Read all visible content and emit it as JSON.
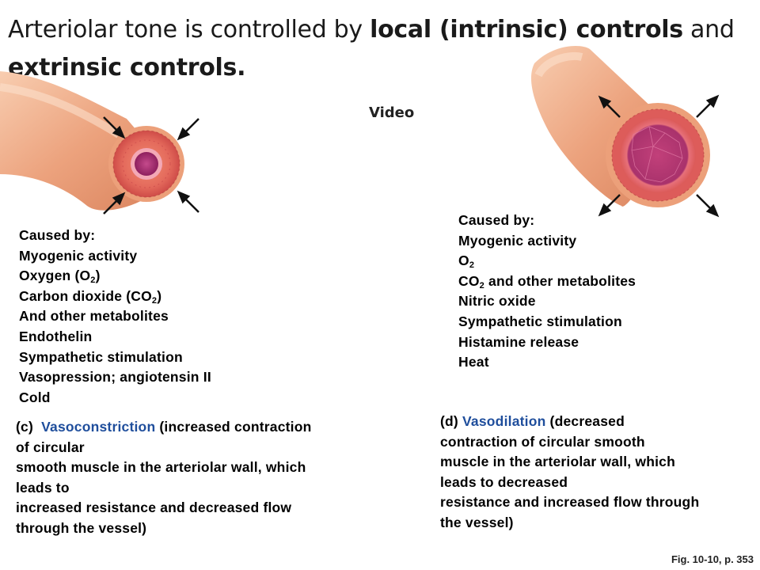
{
  "title": {
    "part1": "Arteriolar tone is controlled by ",
    "bold1": "local (intrinsic) controls",
    "part2": " and ",
    "bold2": "extrinsic controls."
  },
  "video_label": "Video",
  "left": {
    "caused_by": "Caused by:",
    "items": [
      "Myogenic activity",
      {
        "pre": "Oxygen (O",
        "sub": "2",
        "post": ")"
      },
      {
        "pre": "Carbon dioxide (CO",
        "sub": "2",
        "post": ")"
      },
      "And other metabolites",
      "Endothelin",
      "Sympathetic stimulation",
      "Vasopression; angiotensin II",
      "Cold"
    ],
    "caption": {
      "letter": "(c)",
      "term": "Vasoconstriction",
      "lines": [
        " (increased contraction",
        "of circular",
        "smooth muscle in the arteriolar wall, which",
        "leads to",
        "increased resistance and decreased flow",
        "through the vessel)"
      ]
    }
  },
  "right": {
    "caused_by": "Caused by:",
    "items": [
      "Myogenic activity",
      {
        "pre": "O",
        "sub": "2",
        "post": ""
      },
      {
        "pre": "CO",
        "sub": "2",
        "post": " and other metabolites"
      },
      "Nitric oxide",
      "Sympathetic stimulation",
      "Histamine release",
      "Heat"
    ],
    "caption": {
      "letter": "(d)",
      "term": "Vasodilation",
      "lines": [
        " (decreased",
        "contraction of circular smooth",
        "muscle in the arteriolar wall, which",
        "leads to decreased",
        "resistance and increased flow through",
        "the vessel)"
      ]
    }
  },
  "figure_ref": "Fig. 10-10, p. 353",
  "colors": {
    "vessel_outer": "#eca27d",
    "vessel_highlight": "#f6c8a8",
    "vessel_shadow": "#d98660",
    "muscle_ring": "#e05f55",
    "lumen": "#b4307a",
    "caption_term": "#1f4e9c"
  }
}
